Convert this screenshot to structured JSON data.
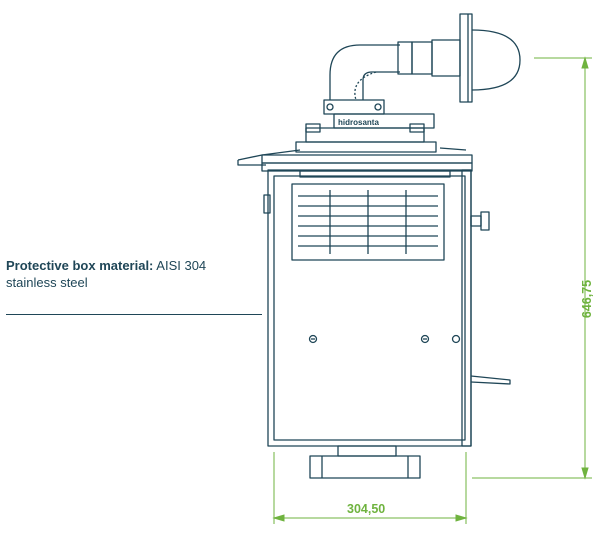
{
  "callout": {
    "label_bold": "Protective box material:",
    "label_rest": "AISI 304 stainless steel"
  },
  "dimensions": {
    "width": "304,50",
    "height": "646,75"
  },
  "logo_text": "hidrosanta",
  "colors": {
    "line": "#1f4657",
    "dimension": "#6fb33f",
    "background": "#ffffff"
  }
}
